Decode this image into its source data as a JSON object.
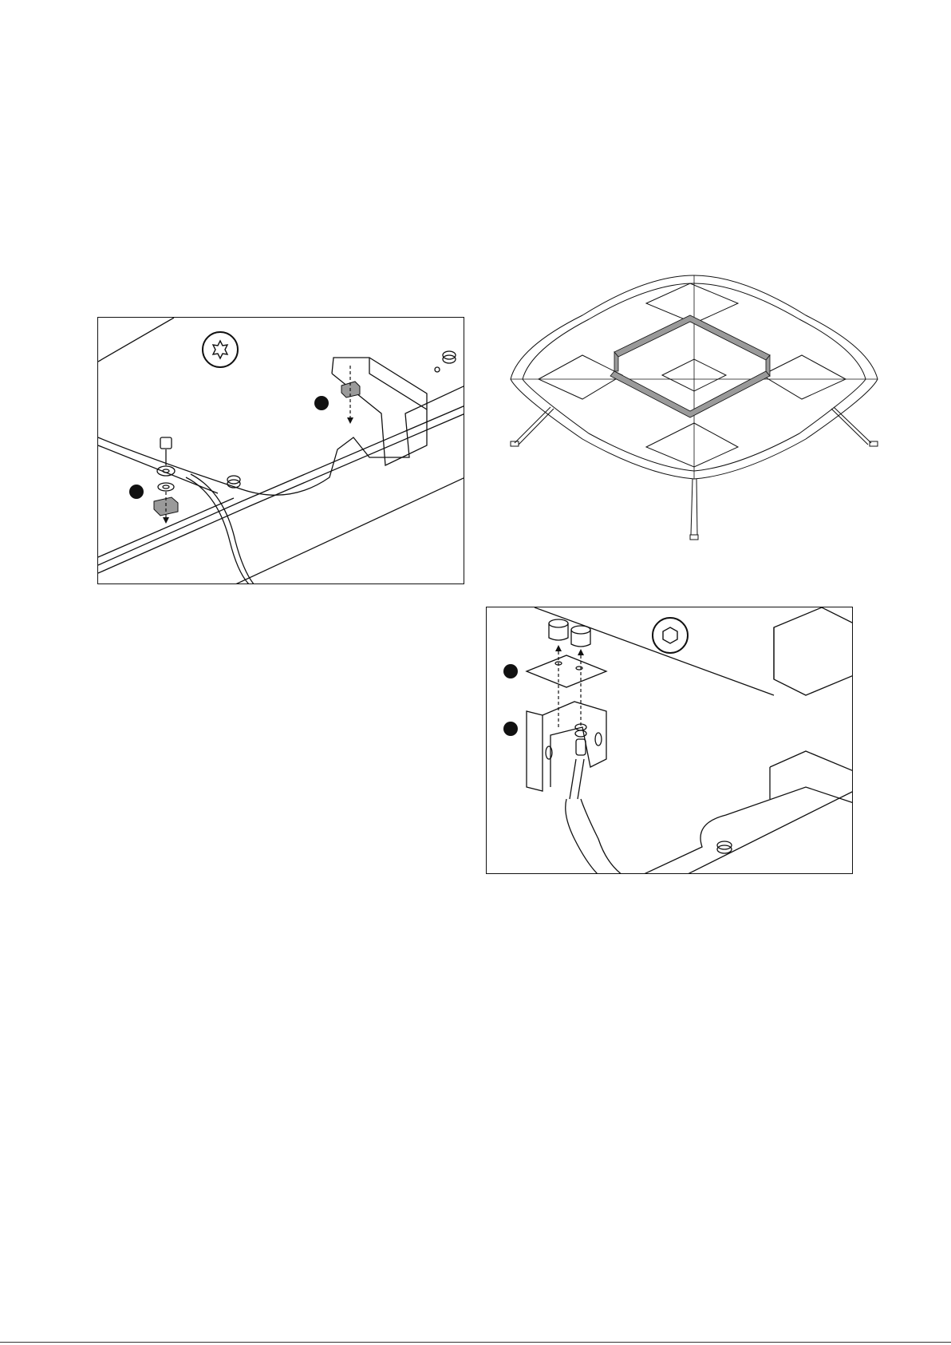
{
  "figure": {
    "panels": [
      {
        "id": "torx-panel",
        "tool_icon": "torx-star-icon",
        "step_markers": 2
      },
      {
        "id": "table-overview",
        "subject": "table-frame-overview"
      },
      {
        "id": "hex-panel",
        "tool_icon": "hex-key-icon",
        "step_markers": 2
      }
    ]
  },
  "colors": {
    "line": "#111111",
    "fill_grey": "#9a9a9a",
    "background": "#ffffff"
  }
}
